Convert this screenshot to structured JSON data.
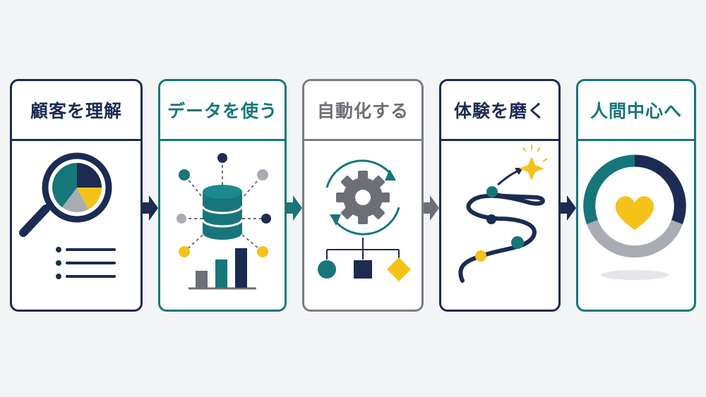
{
  "steps": [
    {
      "title": "顧客を理解",
      "color": "#1b2b52",
      "icon": "magnifier-pie-list-icon"
    },
    {
      "title": "データを使う",
      "color": "#17767a",
      "icon": "database-network-icon"
    },
    {
      "title": "自動化する",
      "color": "#6c6f75",
      "icon": "gear-cycle-icon"
    },
    {
      "title": "体験を磨く",
      "color": "#1b2b52",
      "icon": "journey-path-icon"
    },
    {
      "title": "人間中心へ",
      "color": "#17767a",
      "icon": "heart-donut-icon"
    }
  ],
  "palette": {
    "navy": "#1b2b52",
    "teal": "#17767a",
    "gray": "#6c6f75",
    "light_gray": "#a9acb2",
    "yellow": "#f5c21a"
  }
}
